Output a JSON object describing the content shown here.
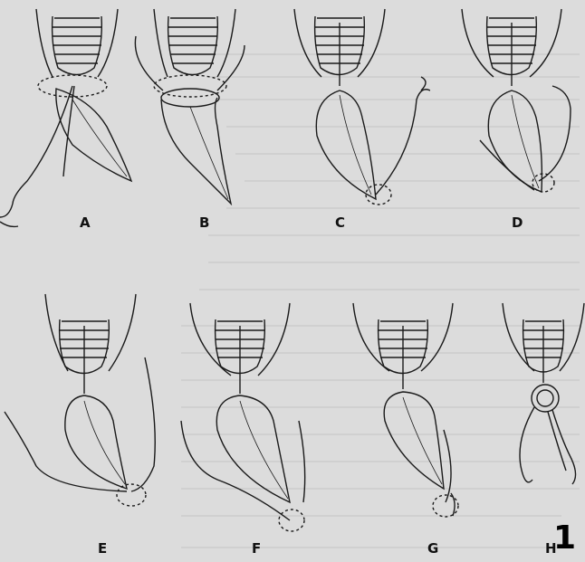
{
  "figure": {
    "number": "1",
    "panels": [
      {
        "label": "A"
      },
      {
        "label": "B"
      },
      {
        "label": "C"
      },
      {
        "label": "D"
      },
      {
        "label": "E"
      },
      {
        "label": "F"
      },
      {
        "label": "G"
      },
      {
        "label": "H"
      }
    ]
  },
  "colors": {
    "ink": "#1a1a1a",
    "paper": "#dcdcdc",
    "bleed": "#bdbdbd"
  }
}
